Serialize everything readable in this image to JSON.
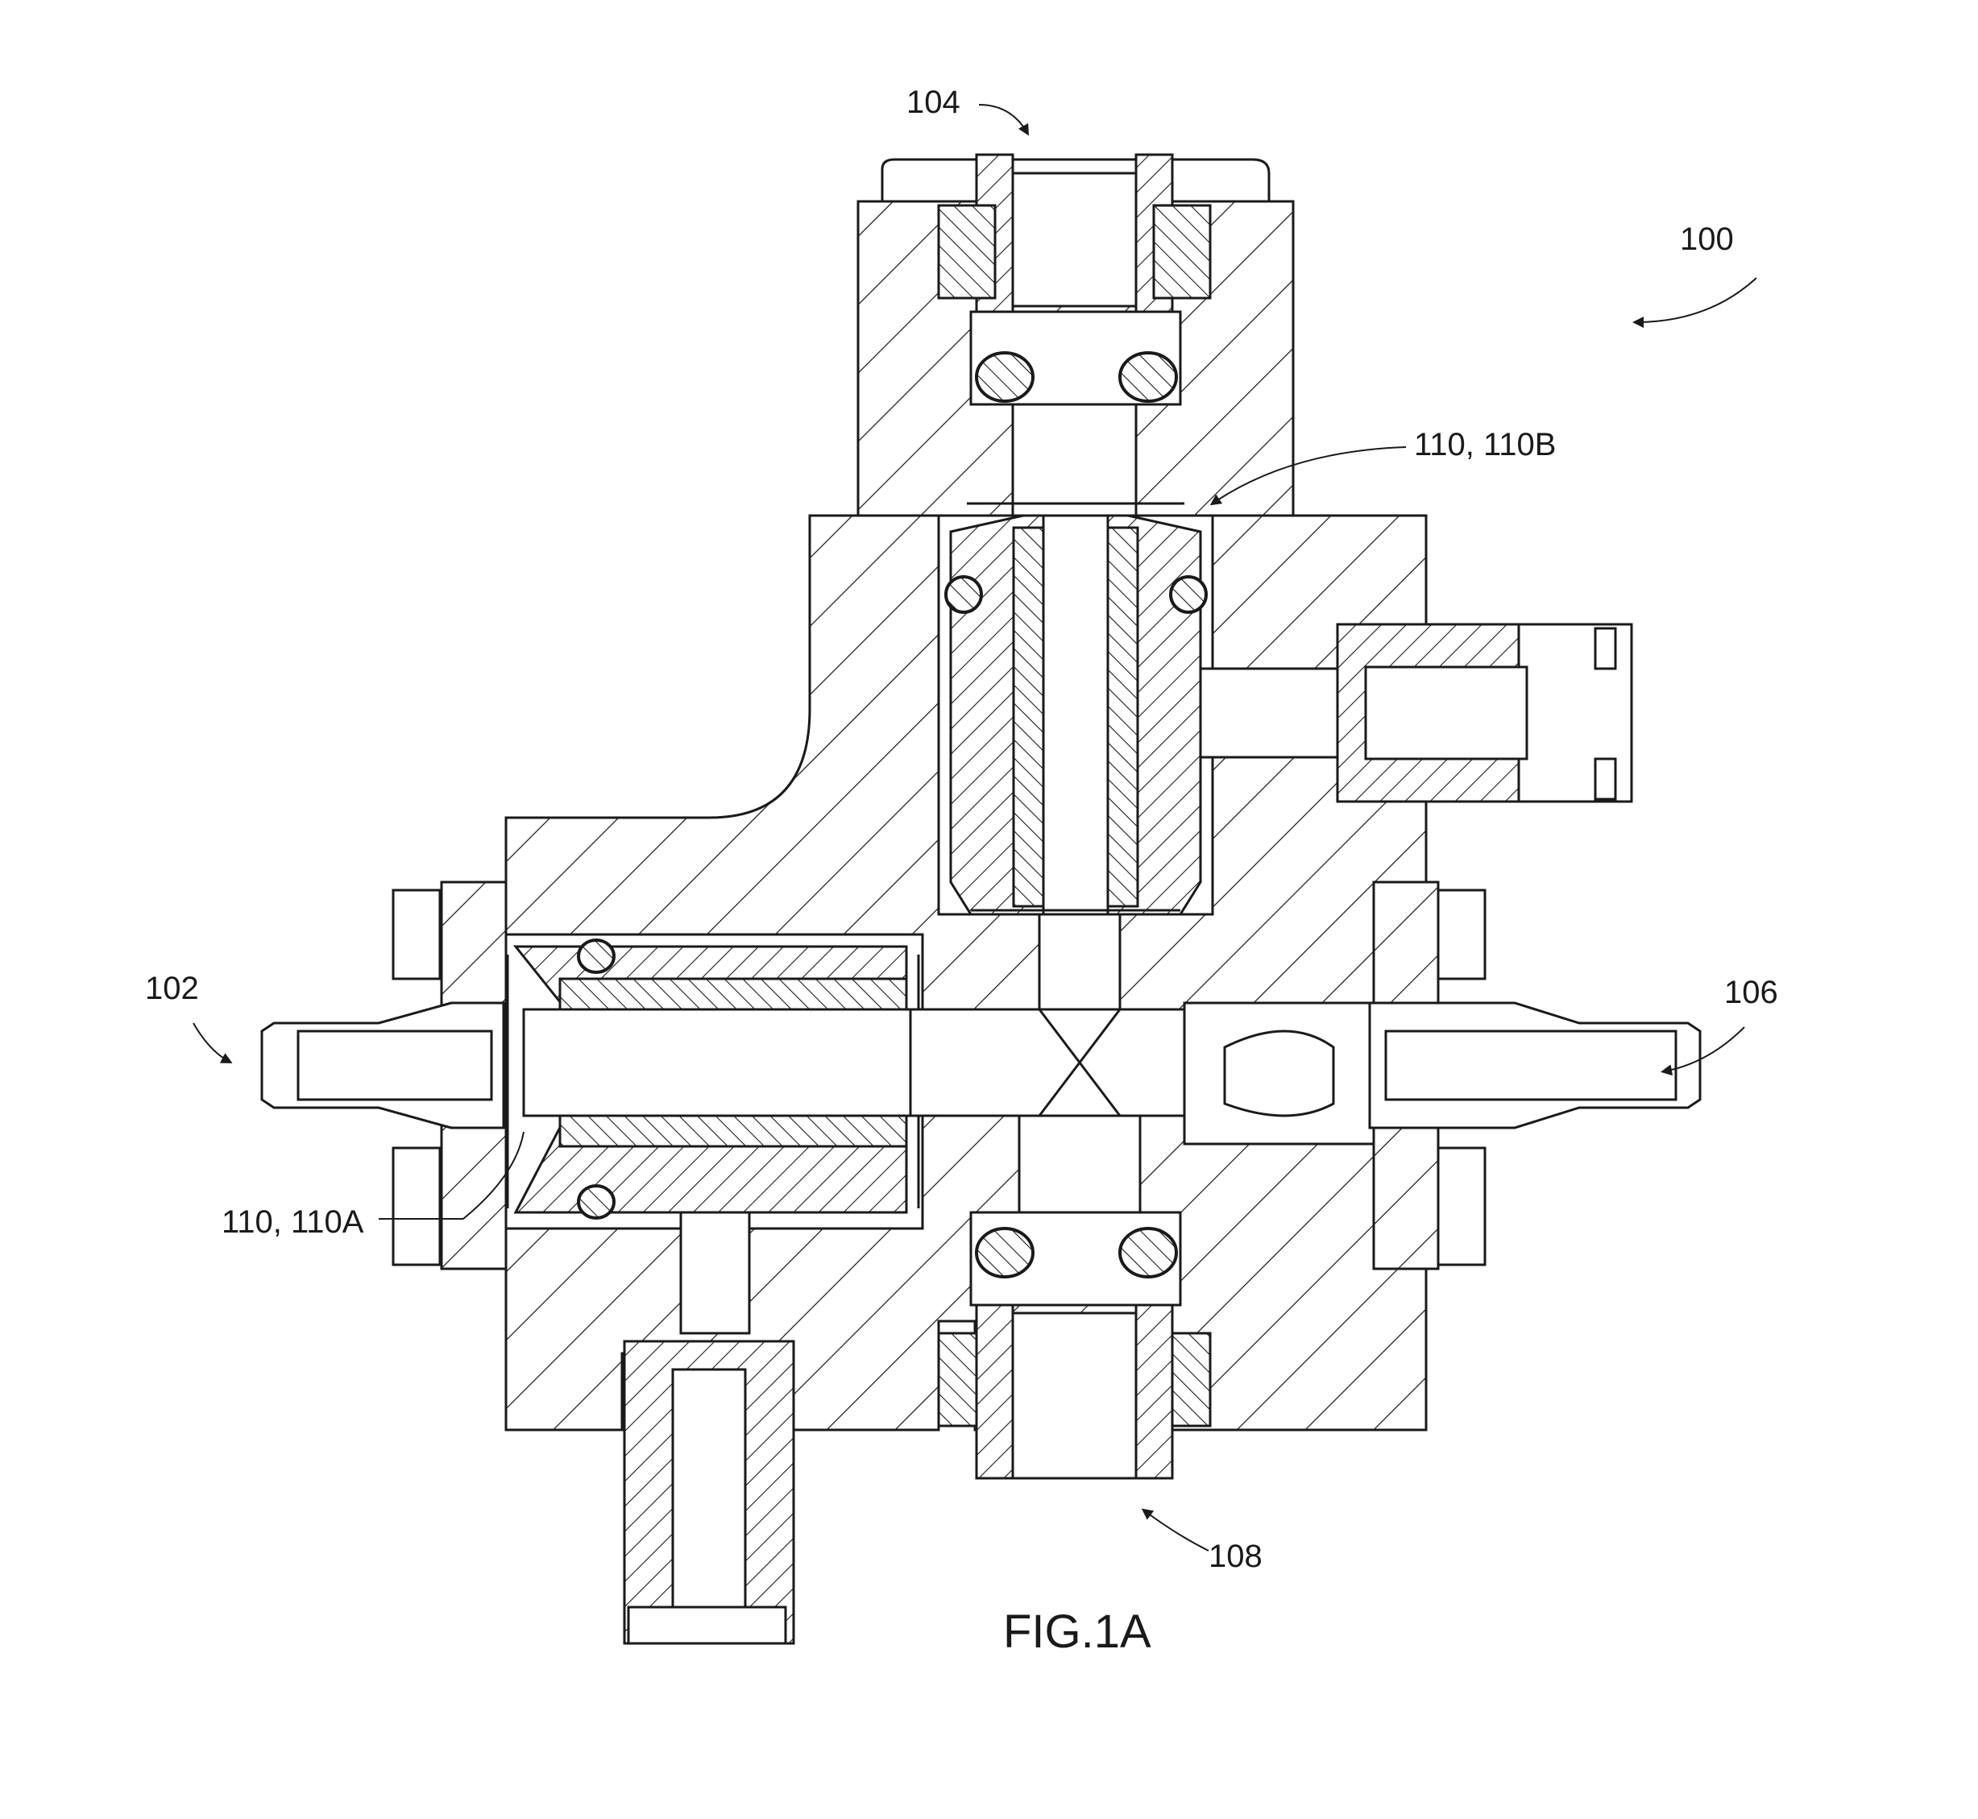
{
  "labels": {
    "ref_100": "100",
    "ref_102": "102",
    "ref_104": "104",
    "ref_106": "106",
    "ref_108": "108",
    "ref_110b": "110, 110B",
    "ref_110a": "110, 110A",
    "figure_caption": "FIG.1A"
  }
}
